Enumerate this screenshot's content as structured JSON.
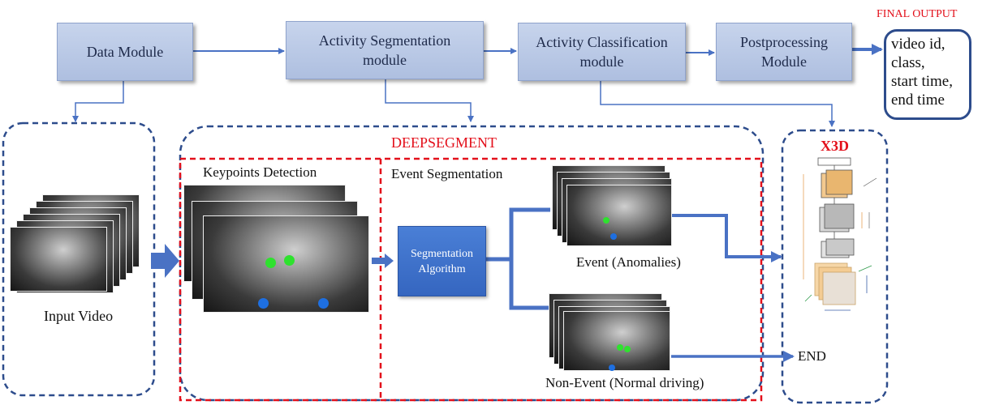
{
  "modules": {
    "data_module": "Data Module",
    "activity_segmentation": [
      "Activity Segmentation",
      "module"
    ],
    "activity_classification": [
      "Activity Classification",
      "module"
    ],
    "postprocessing": [
      "Postprocessing",
      "Module"
    ]
  },
  "final_output": {
    "title": "FINAL OUTPUT",
    "lines": [
      "video id,",
      "class,",
      "start time,",
      "end time"
    ]
  },
  "panels": {
    "input_video": "Input Video",
    "deepsegment": "DEEPSEGMENT",
    "keypoints_detection": "Keypoints Detection",
    "event_segmentation": "Event Segmentation",
    "segmentation_algorithm": [
      "Segmentation",
      "Algorithm"
    ],
    "event": "Event (Anomalies)",
    "non_event": "Non-Event (Normal driving)",
    "x3d": "X3D",
    "end": "END"
  },
  "colors": {
    "module_fill": "#b7c7e6",
    "arrow_blue": "#4a72c4",
    "dashed_navy": "#2d4c8c",
    "dashed_red": "#e3101b",
    "algo_fill": "#3f72cc"
  }
}
